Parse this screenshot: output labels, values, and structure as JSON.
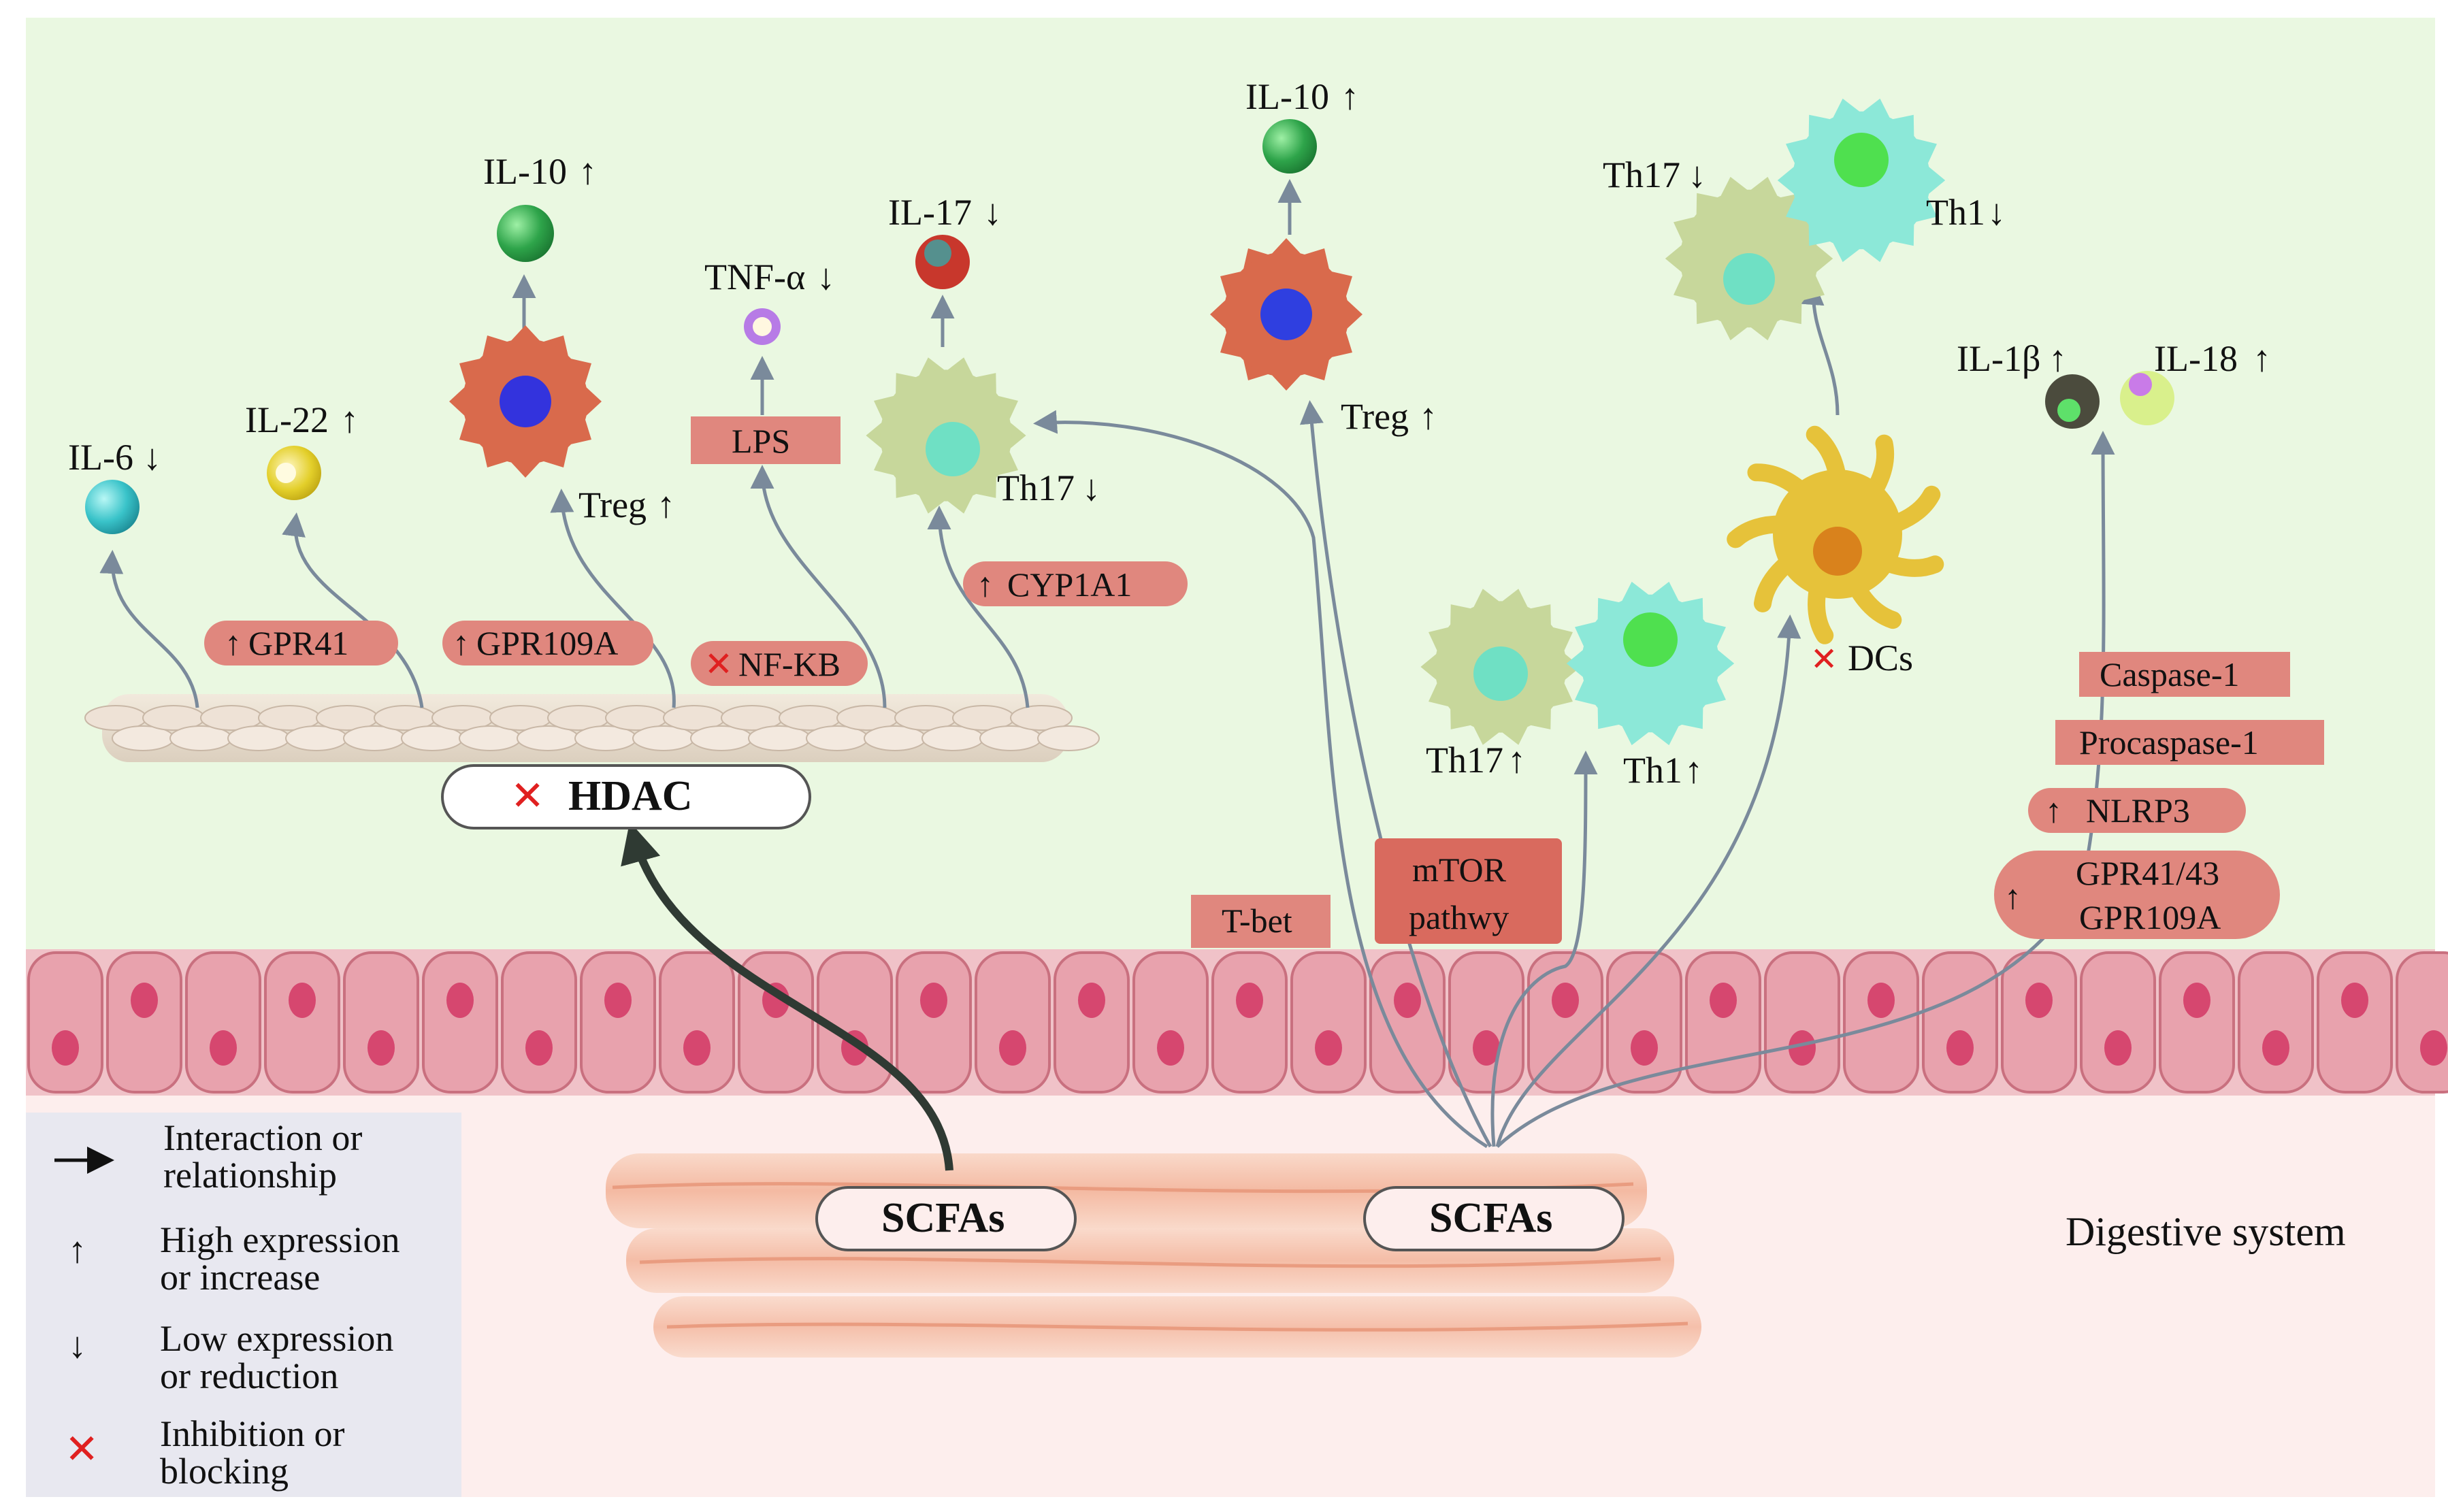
{
  "region_label": "Digestive system",
  "scfas_left": "SCFAs",
  "scfas_right": "SCFAs",
  "hdac": "HDAC",
  "left_cells": {
    "il6": "IL-6",
    "il22": "IL-22",
    "il10_a": "IL-10",
    "treg_a": "Treg",
    "tnf": "TNF-α",
    "lps": "LPS",
    "il17": "IL-17",
    "th17_a": "Th17"
  },
  "receptors": {
    "gpr41": "GPR41",
    "gpr109a": "GPR109A",
    "nfkb": "NF-KB",
    "cyp1a1": "CYP1A1"
  },
  "right_cells": {
    "il10_b": "IL-10",
    "treg_b": "Treg",
    "th17_b": "Th17",
    "th1_b": "Th1",
    "th17_c": "Th17",
    "th1_c": "Th1",
    "dcs": "DCs",
    "il1b": "IL-1β",
    "il18": "IL-18"
  },
  "boxes": {
    "tbet": "T-bet",
    "mtor_1": "mTOR",
    "mtor_2": "pathwy",
    "caspase1": "Caspase-1",
    "procaspase1": "Procaspase-1",
    "nlrp3": "NLRP3",
    "gpr4143": "GPR41/43",
    "gpr109a_b": "GPR109A"
  },
  "symbols": {
    "up": "↑",
    "down": "↓",
    "cross": "✕"
  },
  "legend": [
    {
      "symbol": "arrow",
      "line1": "Interaction or",
      "line2": "relationship"
    },
    {
      "symbol": "up",
      "line1": "High expression",
      "line2": "or increase"
    },
    {
      "symbol": "down",
      "line1": "Low expression",
      "line2": "or reduction"
    },
    {
      "symbol": "cross",
      "line1": "Inhibition or",
      "line2": "blocking"
    }
  ],
  "colors": {
    "upper_bg": "#eaf8e1",
    "lower_bg": "#fdeeed",
    "epithelium": "#e8a2ad",
    "box_fill": "#e0877e",
    "arrow": "#7a8a9b",
    "treg": "#d96a4c",
    "th17": "#c5d59a",
    "th1": "#8ce8d8",
    "dc": "#e6c23a",
    "inhibit": "#e02020"
  }
}
